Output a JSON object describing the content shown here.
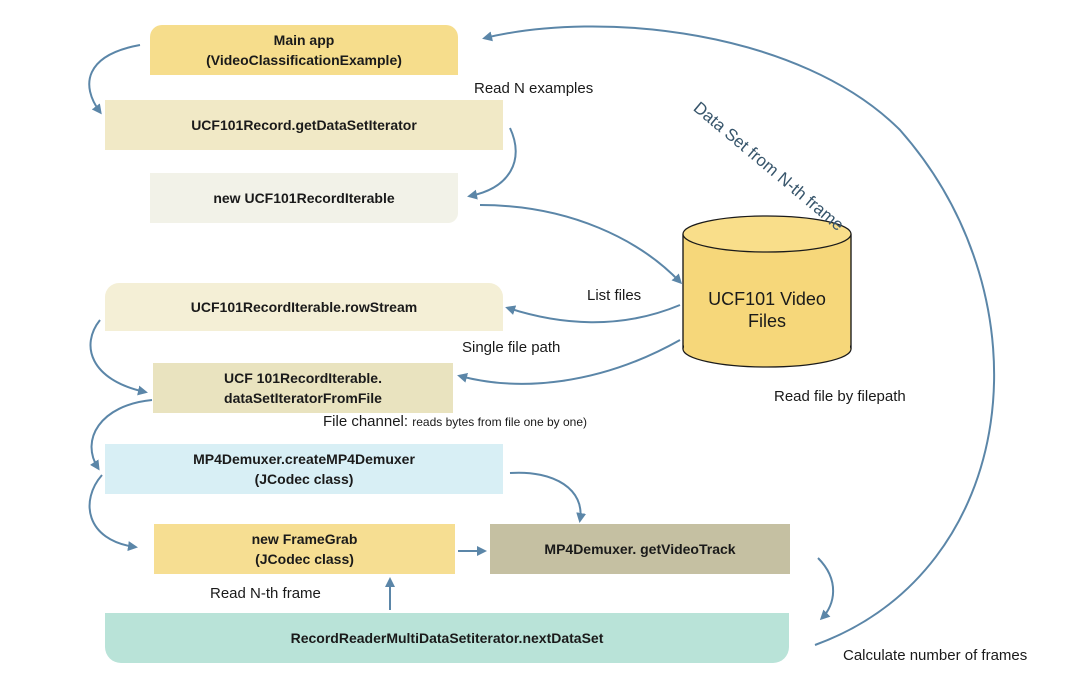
{
  "colors": {
    "arrow": "#5b86a8",
    "main_app": "#f6dd8c",
    "get_iterator": "#f1e9c6",
    "new_iterable": "#f2f2e8",
    "row_stream": "#f4efd6",
    "dataset_iterator": "#e9e3bf",
    "demuxer": "#d8eff5",
    "framegrab": "#f6de92",
    "video_track": "#c5c0a2",
    "next_dataset": "#b9e3d8",
    "cylinder": "#f6d77a"
  },
  "boxes": {
    "main_app": {
      "line1": "Main app",
      "line2": "(VideoClassificationExample)"
    },
    "get_iterator": {
      "line1": "UCF101Record.getDataSetIterator"
    },
    "new_iterable": {
      "line1": "new UCF101RecordIterable"
    },
    "row_stream": {
      "line1": "UCF101RecordIterable.rowStream"
    },
    "dataset_iterator": {
      "line1": "UCF 101RecordIterable.",
      "line2": "dataSetIteratorFromFile"
    },
    "demuxer": {
      "line1": "MP4Demuxer.createMP4Demuxer",
      "line2": "(JCodec class)"
    },
    "framegrab": {
      "line1": "new FrameGrab",
      "line2": "(JCodec class)"
    },
    "video_track": {
      "line1": "MP4Demuxer. getVideoTrack"
    },
    "next_dataset": {
      "line1": "RecordReaderMultiDataSetiterator.nextDataSet"
    }
  },
  "storage": {
    "line1": "UCF101 Video",
    "line2": "Files"
  },
  "labels": {
    "read_n_examples": "Read N examples",
    "dataset_from_frame": "Data Set from N-th frame",
    "list_files": "List files",
    "single_file_path": "Single file path",
    "read_file": "Read file by filepath",
    "file_channel": "File channel:",
    "file_channel_detail": "reads bytes from file one by one)",
    "read_nth_frame": "Read N-th frame",
    "calc_frames": "Calculate number of frames"
  }
}
